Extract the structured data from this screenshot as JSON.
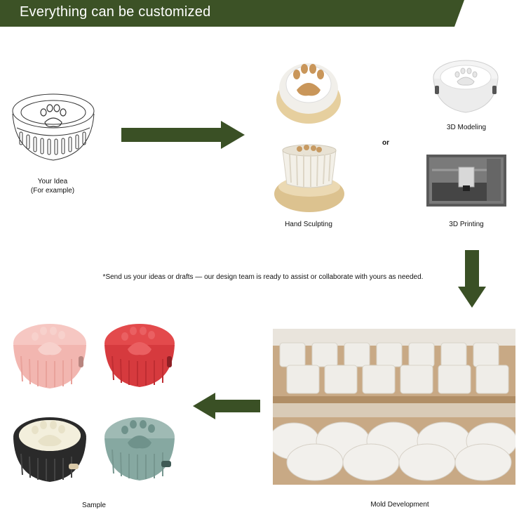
{
  "header": {
    "title": "Everything can be customized"
  },
  "colors": {
    "accent": "#3a5025",
    "banner": "#3c5226"
  },
  "labels": {
    "your_idea_line1": "Your Idea",
    "your_idea_line2": "(For example)",
    "or": "or",
    "modeling": "3D Modeling",
    "sculpting": "Hand Sculpting",
    "printing": "3D Printing",
    "sample": "Sample",
    "mold": "Mold Development"
  },
  "note": "*Send us your ideas or drafts — our design team is ready to assist or collaborate with yours as needed.",
  "samples": [
    {
      "color": "#f2b6b0"
    },
    {
      "color": "#d63a3e"
    },
    {
      "color": "#2a2a2a"
    },
    {
      "color": "#86a8a1"
    }
  ]
}
